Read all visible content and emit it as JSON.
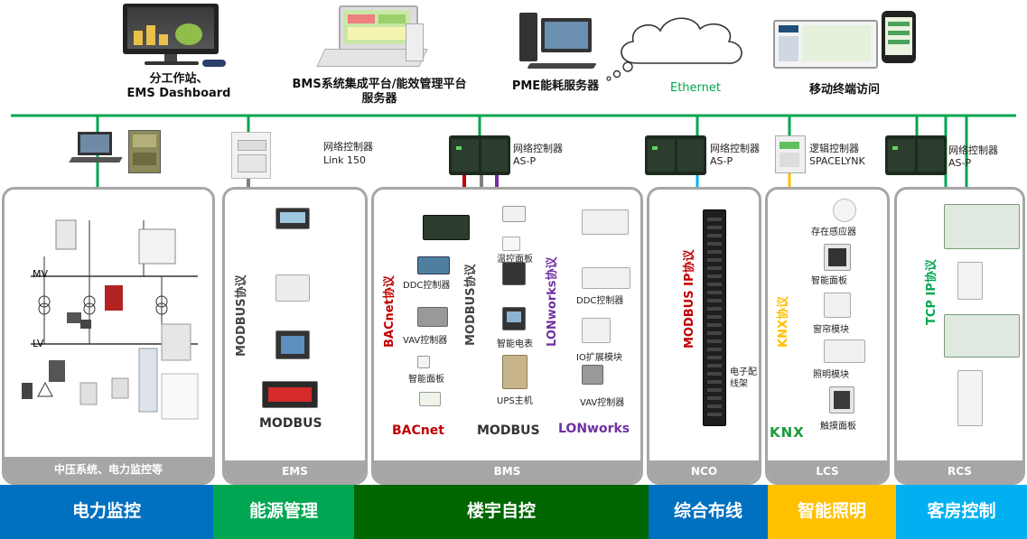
{
  "top": {
    "workstation_label_1": "分工作站、",
    "workstation_label_2": "EMS Dashboard",
    "bms_label_1": "BMS系统集成平台/能效管理平台",
    "bms_label_2": "服务器",
    "pme_label": "PME能耗服务器",
    "ethernet_label": "Ethernet",
    "mobile_label": "移动终端访问"
  },
  "controllers": {
    "link150_title": "网络控制器",
    "link150_model": "Link 150",
    "asp1_title": "网络控制器",
    "asp1_model": "AS-P",
    "asp2_title": "网络控制器",
    "asp2_model": "AS-P",
    "spacelynk_title": "逻辑控制器",
    "spacelynk_model": "SPACELYNK",
    "asp3_title": "网络控制器",
    "asp3_model": "AS-P"
  },
  "power_panel": {
    "mv_label": "MV",
    "lv_label": "LV",
    "footer": "中压系统、电力监控等"
  },
  "ems_panel": {
    "protocol": "MODBUS协议",
    "bus_name": "MODBUS",
    "footer": "EMS"
  },
  "bms_panel": {
    "bacnet_protocol": "BACnet协议",
    "modbus_protocol": "MODBUS协议",
    "lonworks_protocol": "LONworks协议",
    "bacnet_devices": [
      "DDC控制器",
      "VAV控制器",
      "智能面板"
    ],
    "modbus_devices": [
      "温控面板",
      "智能电表",
      "UPS主机"
    ],
    "lonworks_devices": [
      "DDC控制器",
      "IO扩展模块",
      "VAV控制器"
    ],
    "bacnet_name": "BACnet",
    "modbus_name": "MODBUS",
    "lonworks_name": "LONworks",
    "footer": "BMS"
  },
  "nco_panel": {
    "protocol": "MODBUS IP协议",
    "device_1": "电子配",
    "device_2": "线架",
    "footer": "NCO"
  },
  "lcs_panel": {
    "protocol": "KNX协议",
    "devices": [
      "存在感应器",
      "智能面板",
      "窗帘模块",
      "照明模块",
      "触摸面板"
    ],
    "knx_logo": "KNX",
    "footer": "LCS"
  },
  "rcs_panel": {
    "protocol": "TCP IP协议",
    "footer": "RCS"
  },
  "bands": [
    {
      "label": "电力监控",
      "color": "#0070c0"
    },
    {
      "label": "能源管理",
      "color": "#00a651"
    },
    {
      "label": "楼宇自控",
      "color": "#006600"
    },
    {
      "label": "综合布线",
      "color": "#0070c0"
    },
    {
      "label": "智能照明",
      "color": "#ffc000"
    },
    {
      "label": "客房控制",
      "color": "#00b0f0"
    }
  ],
  "colors": {
    "network_green": "#00a651",
    "bacnet_red": "#c00000",
    "modbus_gray": "#7f7f7f",
    "lonworks_purple": "#7030a0",
    "nco_blue": "#00b0f0",
    "knx_yellow": "#ffc000"
  }
}
